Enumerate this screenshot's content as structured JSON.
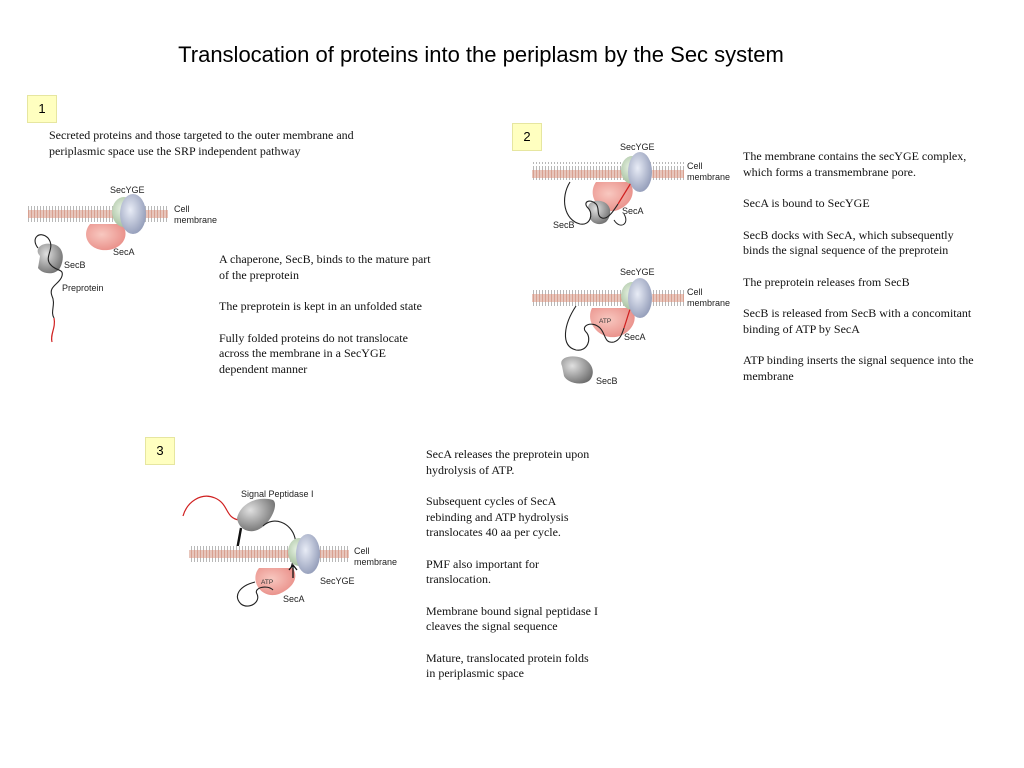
{
  "title": "Translocation of proteins into the periplasm by the Sec system",
  "colors": {
    "badge": "#ffffc0",
    "membrane": "#d8a090",
    "secyge": "#b0b8d0",
    "seca": "#f0a0a0",
    "secb": "#808080",
    "signal_sequence": "#d02020"
  },
  "step1": {
    "badge": "1",
    "intro": "Secreted proteins and those targeted to the outer membrane and periplasmic space use the SRP independent pathway",
    "paragraphs": [
      "A chaperone, SecB, binds to the mature part of the preprotein",
      "The preprotein is kept in an unfolded state",
      "Fully folded proteins do not translocate across the membrane in a SecYGE dependent manner"
    ],
    "labels": {
      "secyge": "SecYGE",
      "cell": "Cell",
      "membrane": "membrane",
      "seca": "SecA",
      "secb": "SecB",
      "preprotein": "Preprotein"
    }
  },
  "step2": {
    "badge": "2",
    "paragraphs": [
      "The membrane contains the secYGE complex, which forms a transmembrane pore.",
      "SecA is bound to SecYGE",
      "SecB docks with SecA, which subsequently binds the signal sequence of the preprotein",
      "The preprotein releases from SecB",
      "SecB is released from SecB with a concomitant binding of ATP by SecA",
      "ATP binding inserts the signal sequence into the membrane"
    ],
    "top_labels": {
      "secyge": "SecYGE",
      "cell": "Cell",
      "membrane": "membrane",
      "seca": "SecA",
      "secb": "SecB"
    },
    "bottom_labels": {
      "secyge": "SecYGE",
      "cell": "Cell",
      "membrane": "membrane",
      "atp": "ATP",
      "seca": "SecA",
      "secb": "SecB"
    }
  },
  "step3": {
    "badge": "3",
    "paragraphs": [
      "SecA releases the preprotein upon hydrolysis of ATP.",
      "Subsequent cycles of SecA rebinding and ATP hydrolysis translocates 40 aa per cycle.",
      "PMF also important for translocation.",
      "Membrane bound signal peptidase I cleaves the signal sequence",
      "Mature, translocated protein folds in periplasmic space"
    ],
    "labels": {
      "peptidase": "Signal Peptidase I",
      "cell": "Cell",
      "membrane": "membrane",
      "secyge": "SecYGE",
      "atp": "ATP",
      "seca": "SecA"
    }
  }
}
